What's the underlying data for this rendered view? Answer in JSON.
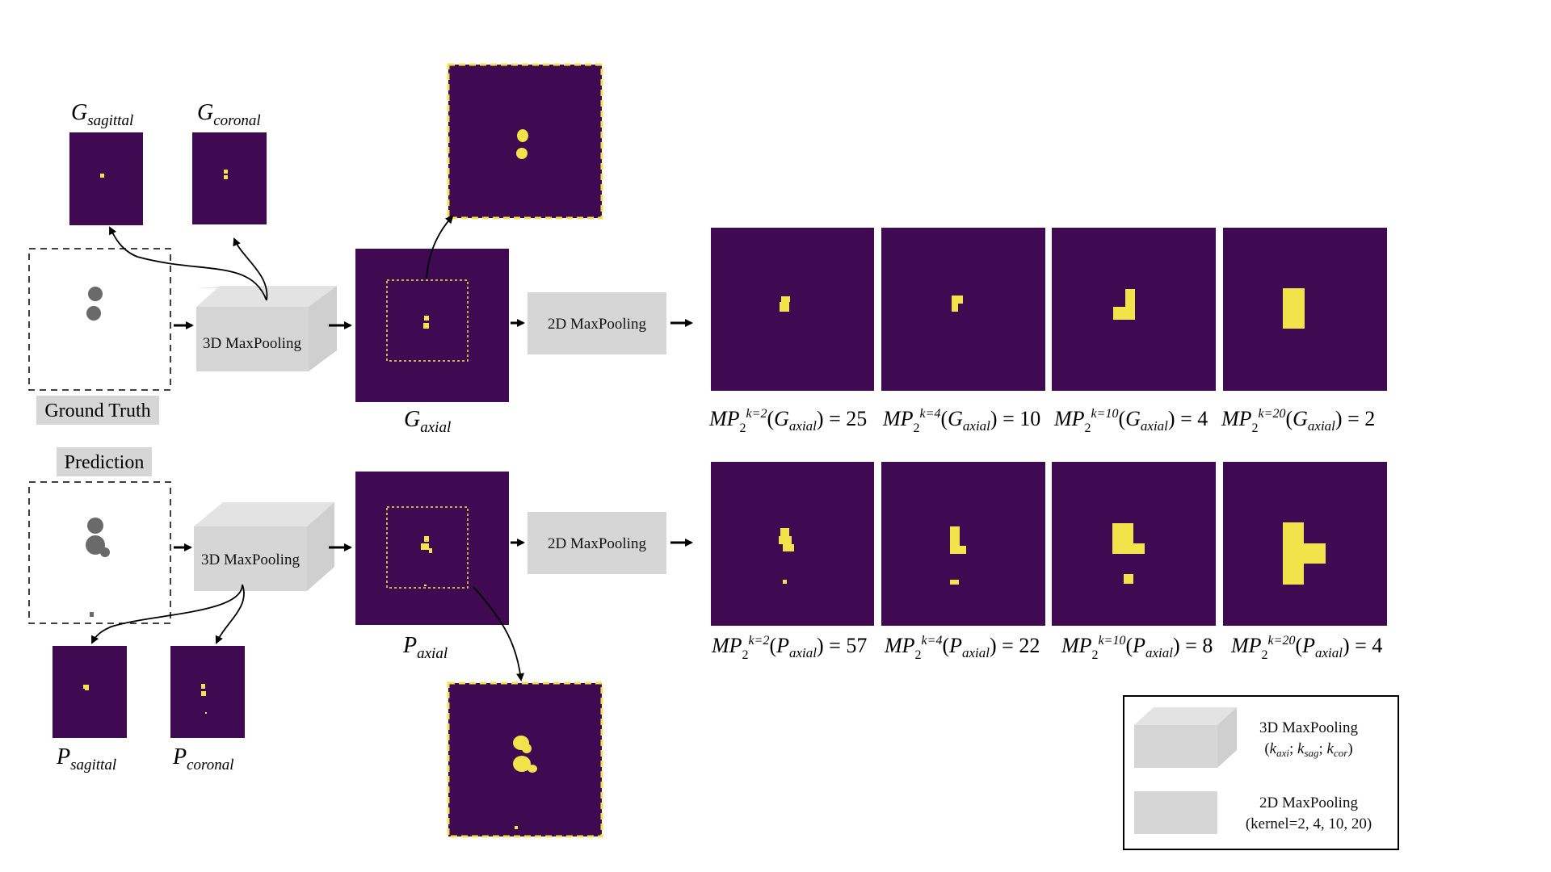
{
  "colors": {
    "background": "#ffffff",
    "image_bg": "#3f0a52",
    "foreground": "#f2e34a",
    "volume_gray": "#6a6a6a",
    "pool_box": "#d6d6d6",
    "dashed_crop": "#f2e34a"
  },
  "top": {
    "g_sagittal": {
      "base": "G",
      "sub": "sagittal"
    },
    "g_coronal": {
      "base": "G",
      "sub": "coronal"
    },
    "g_axial": {
      "base": "G",
      "sub": "axial"
    },
    "ground_truth_label": "Ground Truth",
    "pool3d_label": "3D MaxPooling",
    "pool2d_label": "2D MaxPooling",
    "equations": [
      {
        "k": "2",
        "arg": "G",
        "value": "25"
      },
      {
        "k": "4",
        "arg": "G",
        "value": "10"
      },
      {
        "k": "10",
        "arg": "G",
        "value": "4"
      },
      {
        "k": "20",
        "arg": "G",
        "value": "2"
      }
    ]
  },
  "bottom": {
    "p_sagittal": {
      "base": "P",
      "sub": "sagittal"
    },
    "p_coronal": {
      "base": "P",
      "sub": "coronal"
    },
    "p_axial": {
      "base": "P",
      "sub": "axial"
    },
    "prediction_label": "Prediction",
    "pool3d_label": "3D MaxPooling",
    "pool2d_label": "2D MaxPooling",
    "equations": [
      {
        "k": "2",
        "arg": "P",
        "value": "57"
      },
      {
        "k": "4",
        "arg": "P",
        "value": "22"
      },
      {
        "k": "10",
        "arg": "P",
        "value": "8"
      },
      {
        "k": "20",
        "arg": "P",
        "value": "4"
      }
    ]
  },
  "equation_template": {
    "func": "MP",
    "sub": "2",
    "sup_prefix": "k=",
    "arg_sub": "axial"
  },
  "legend": {
    "pool3d_title": "3D MaxPooling",
    "pool3d_params": {
      "k1": "k",
      "s1": "axi",
      "k2": "k",
      "s2": "sag",
      "k3": "k",
      "s3": "cor"
    },
    "pool2d_title": "2D MaxPooling",
    "pool2d_params": "(kernel=2, 4, 10, 20)"
  }
}
